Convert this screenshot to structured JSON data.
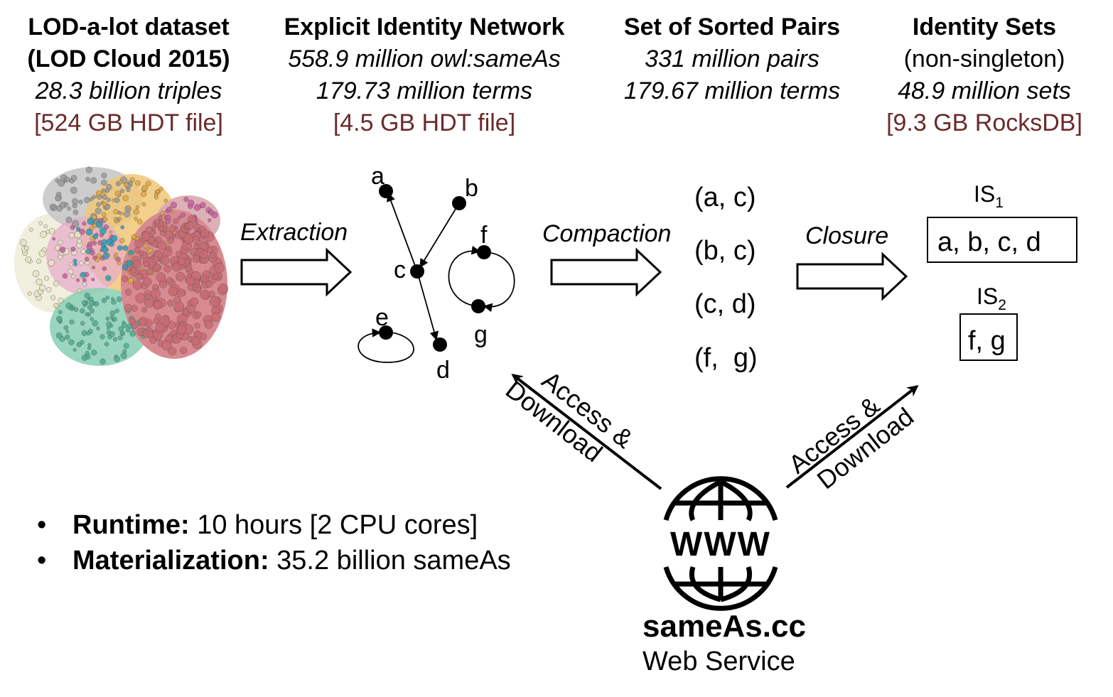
{
  "columns": [
    {
      "title1": "LOD-a-lot dataset",
      "title2": "(LOD Cloud 2015)",
      "stat1": "28.3 billion triples",
      "size": "[524 GB HDT file]"
    },
    {
      "title1": "Explicit Identity Network",
      "stat1": "558.9 million owl:sameAs",
      "stat2": "179.73 million terms",
      "size": "[4.5 GB HDT file]"
    },
    {
      "title1": "Set of Sorted Pairs",
      "stat1": "331 million pairs",
      "stat2": "179.67 million terms"
    },
    {
      "title1": "Identity Sets",
      "title2": "(non-singleton)",
      "stat1": "48.9 million sets",
      "size": "[9.3 GB RocksDB]"
    }
  ],
  "steps": {
    "extraction": "Extraction",
    "compaction": "Compaction",
    "closure": "Closure"
  },
  "graph_nodes": {
    "a": "a",
    "b": "b",
    "c": "c",
    "d": "d",
    "e": "e",
    "f": "f",
    "g": "g"
  },
  "pairs": [
    "(a, c)",
    "(b, c)",
    "(c, d)",
    "(f,  g)"
  ],
  "identity_sets": [
    {
      "label": "IS",
      "sub": "1",
      "members": "a, b, c, d"
    },
    {
      "label": "IS",
      "sub": "2",
      "members": "f, g"
    }
  ],
  "access": {
    "line1": "Access &",
    "line2": "Download"
  },
  "bullets": [
    {
      "label": "Runtime:",
      "value": " 10 hours [2 CPU cores]"
    },
    {
      "label": "Materialization:",
      "value": " 35.2 billion sameAs"
    }
  ],
  "service": {
    "name": "sameAs.cc",
    "subtitle": "Web Service",
    "globe_text": "WWW"
  },
  "colors": {
    "brown": "#6b2b2b",
    "cluster_red": "#c96b72",
    "cluster_green": "#4fae8f",
    "cluster_orange": "#e3a840",
    "cluster_gray": "#9a9a9a",
    "cluster_pink": "#c9609a",
    "cluster_cream": "#e6e3c4",
    "cluster_teal": "#2a9fb5"
  }
}
